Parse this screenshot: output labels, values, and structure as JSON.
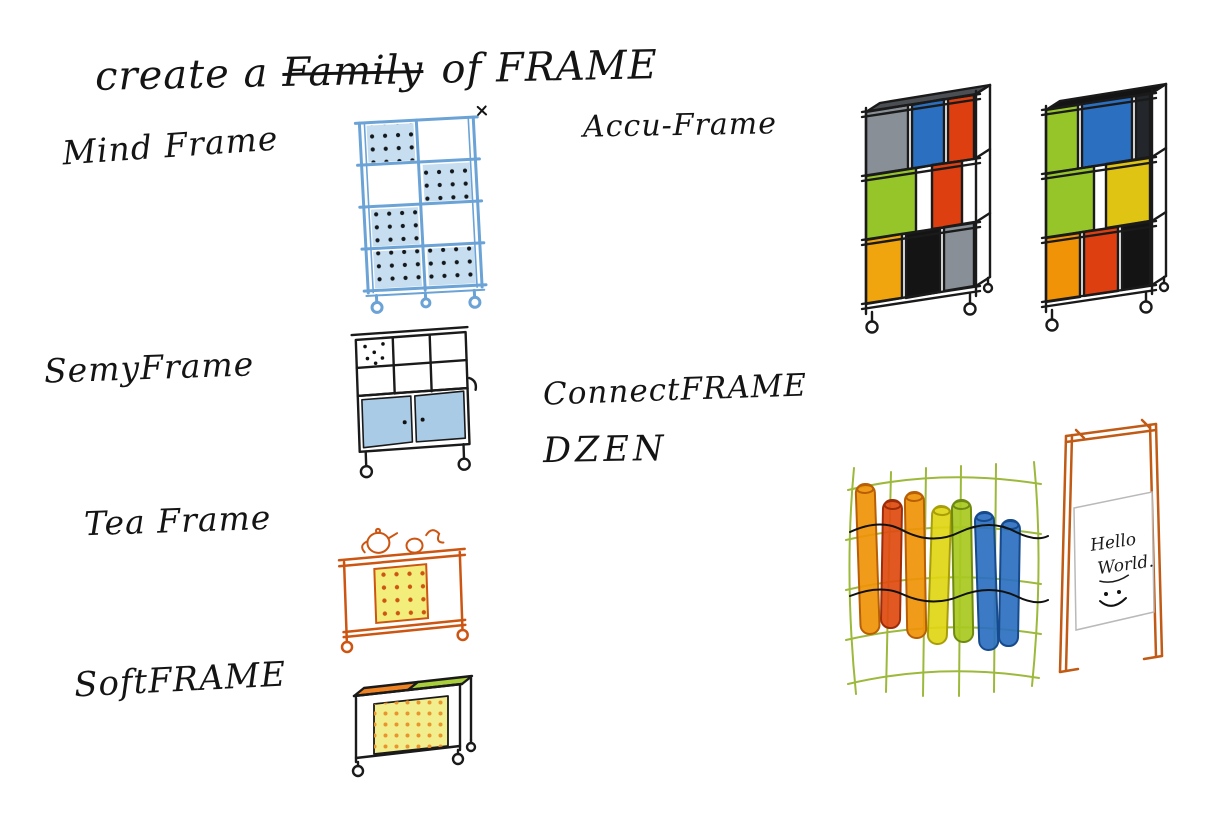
{
  "title": {
    "prefix": "create a",
    "struck": "Family",
    "suffix": "of FRAME"
  },
  "labels": {
    "mindframe": "Mind Frame",
    "accuframe": "Accu-Frame",
    "semyframe": "SemyFrame",
    "connectframe": "ConnectFRAME",
    "dzen": "DZEN",
    "teaframe": "Tea Frame",
    "softframe": "SoftFRAME"
  },
  "whiteboard": {
    "line1": "Hello",
    "line2": "World."
  },
  "colors": {
    "ink_black": "#1a1a1a",
    "mindframe_blue": "#6ba3d6",
    "mindframe_panel": "#c6def0",
    "door_blue": "#aacbe6",
    "tea_orange": "#cc5511",
    "frame_orange": "#c05a14",
    "grid_green": "#9cb93b",
    "panel_blue": "#2b6fc0",
    "panel_red": "#dd3f10",
    "panel_green": "#96c52a",
    "panel_orange": "#f09307",
    "panel_yellow": "#e0d513",
    "panel_gray": "#888f96",
    "panel_black": "#141414",
    "soft_yellow": "#f3ee7c",
    "soft_orange_top": "#ef8322",
    "soft_green_top": "#a8cf3b"
  }
}
